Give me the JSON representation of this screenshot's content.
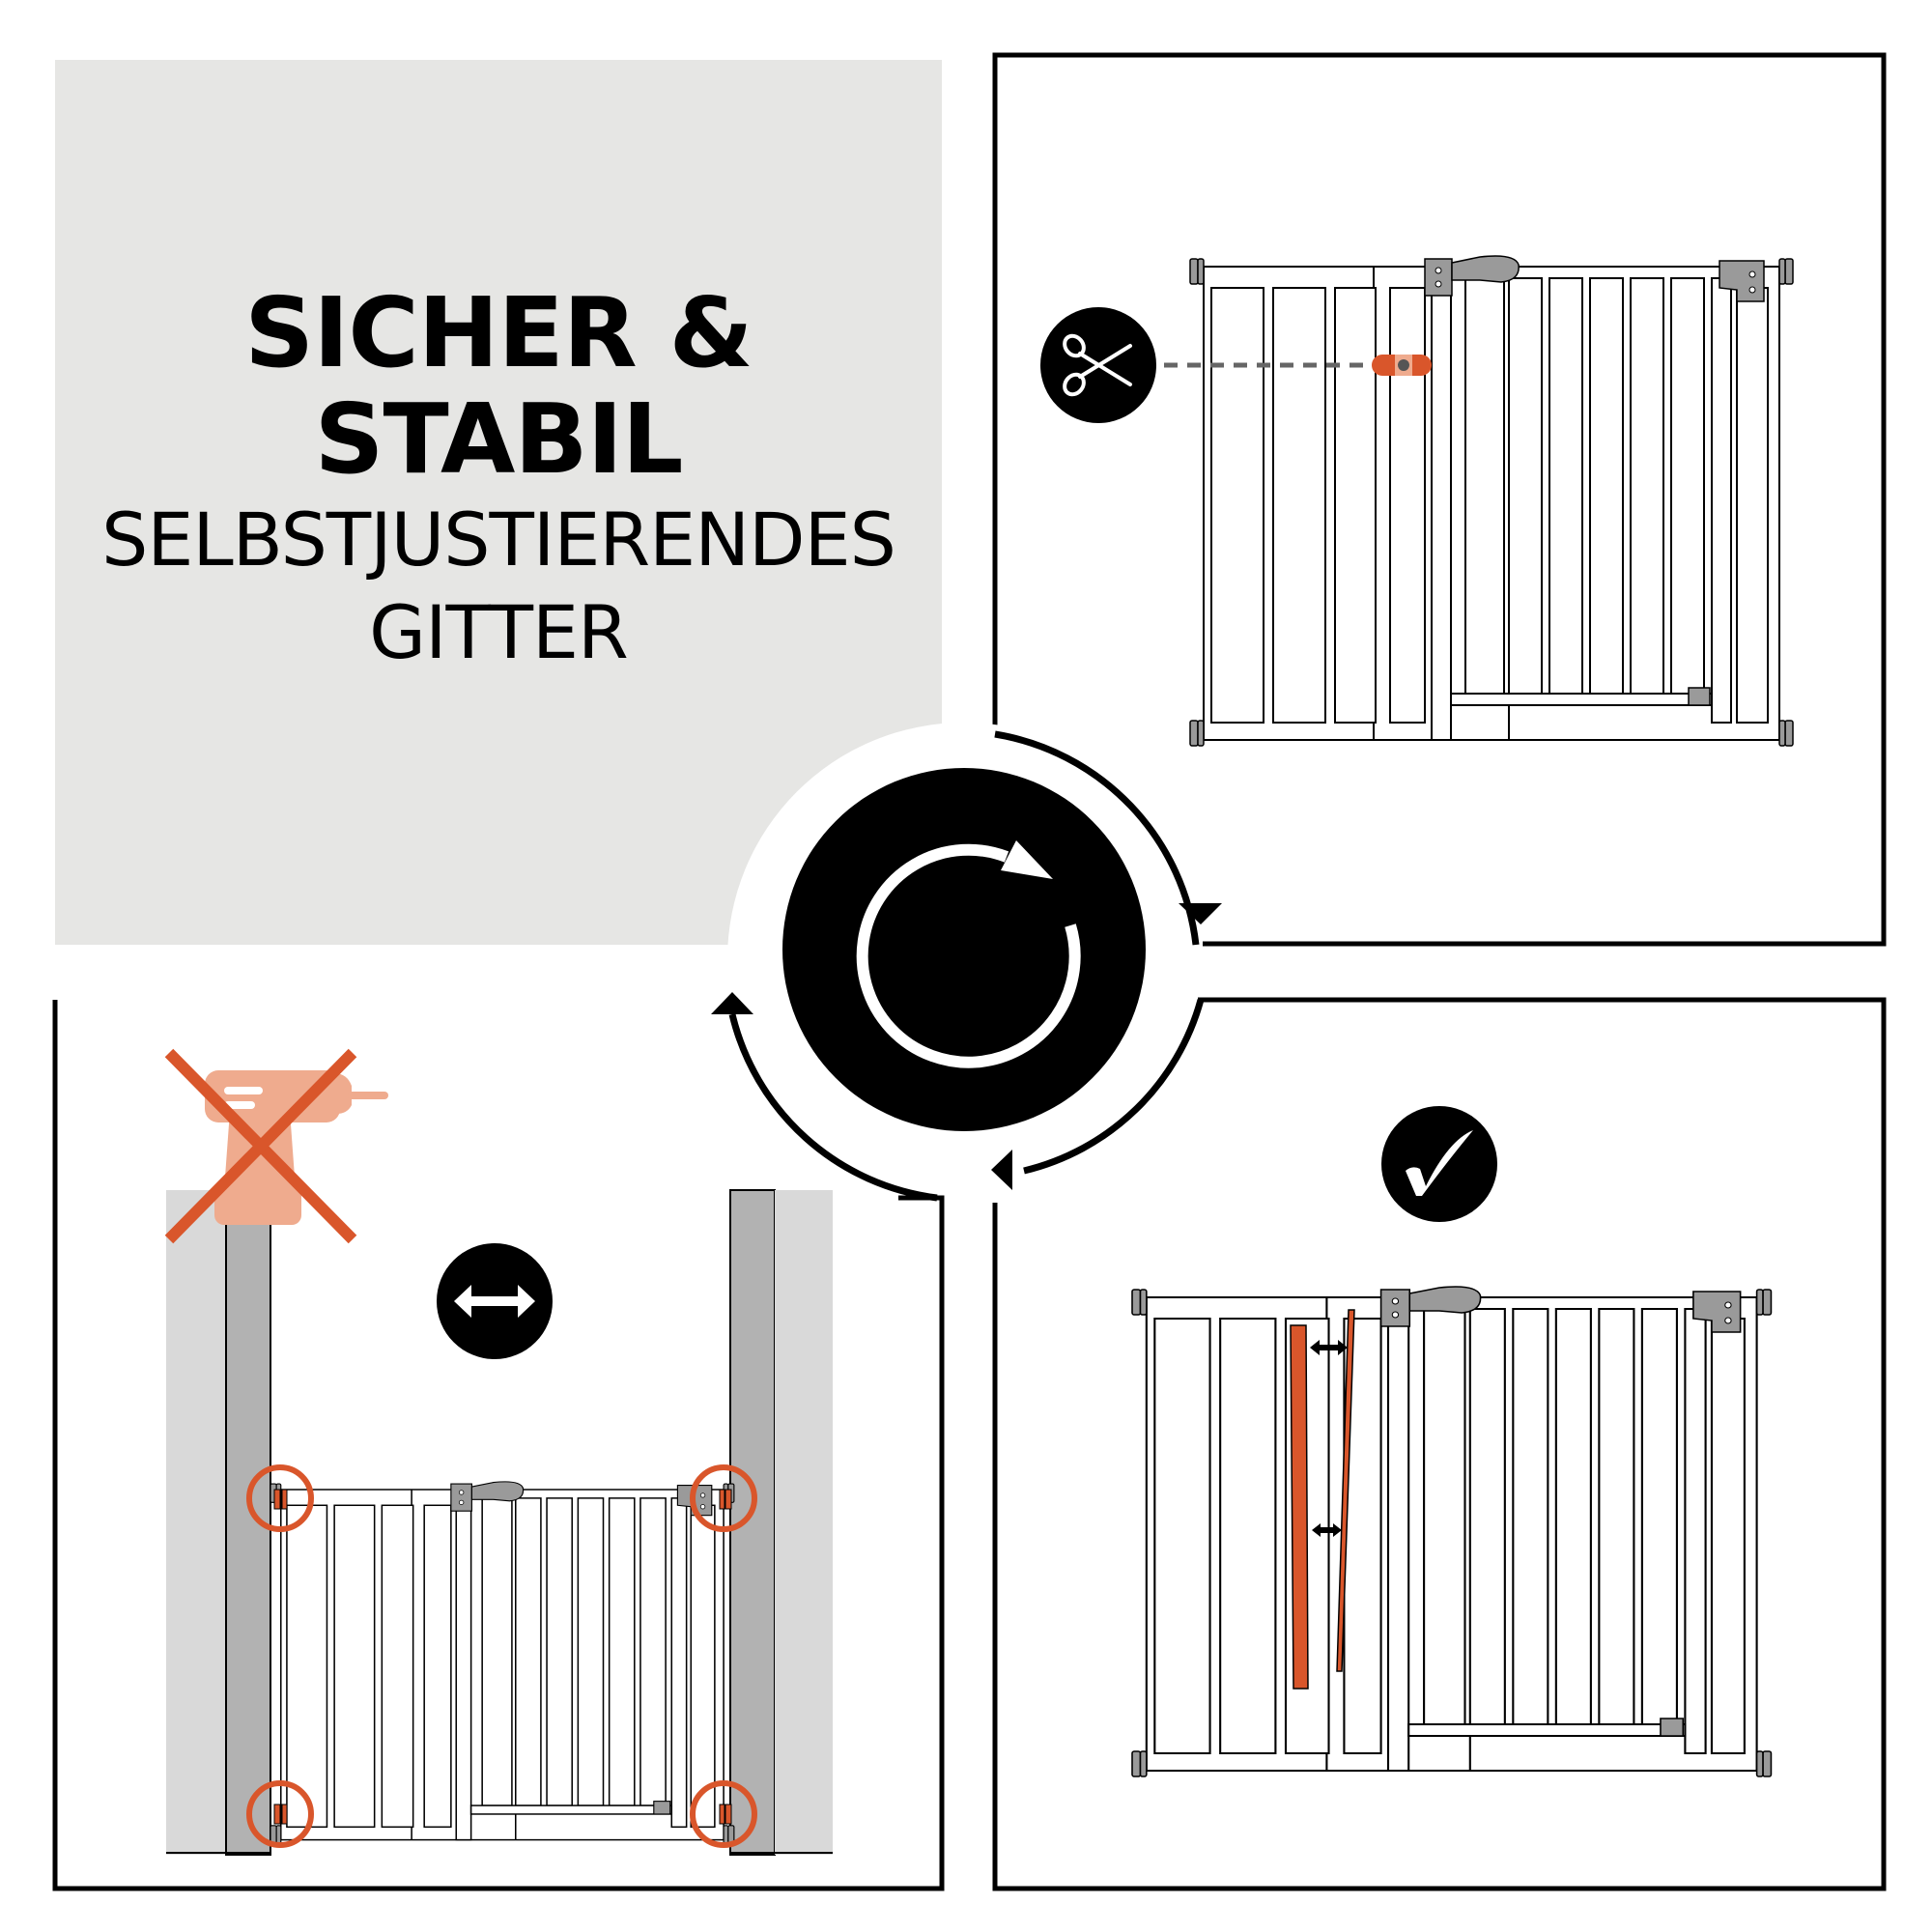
{
  "headline": {
    "line1": "SICHER &",
    "line2": "STABIL",
    "line3": "SELBSTJUSTIERENDES",
    "line4": "GITTER"
  },
  "colors": {
    "title_box_bg": "#e6e6e4",
    "accent_orange": "#d9562b",
    "accent_orange_light": "#efab8e",
    "wall_light": "#d9d9d9",
    "wall_dark": "#b2b2b2",
    "hardware_gray": "#9a9a9a",
    "ink": "#000000"
  },
  "panels": [
    {
      "id": "top-right",
      "icon": "scissors-icon",
      "callout": "orange-cut-marker",
      "content": "gate-with-cut-indicator"
    },
    {
      "id": "bottom-left",
      "icon": "horizontal-double-arrow-icon",
      "warning": "no-drill-icon",
      "content": "gate-mounted-between-walls-pressure-points"
    },
    {
      "id": "bottom-right",
      "icon": "checkmark-icon",
      "content": "gate-self-adjusting-gap"
    }
  ],
  "center": {
    "icon": "rotate-cycle-icon"
  }
}
